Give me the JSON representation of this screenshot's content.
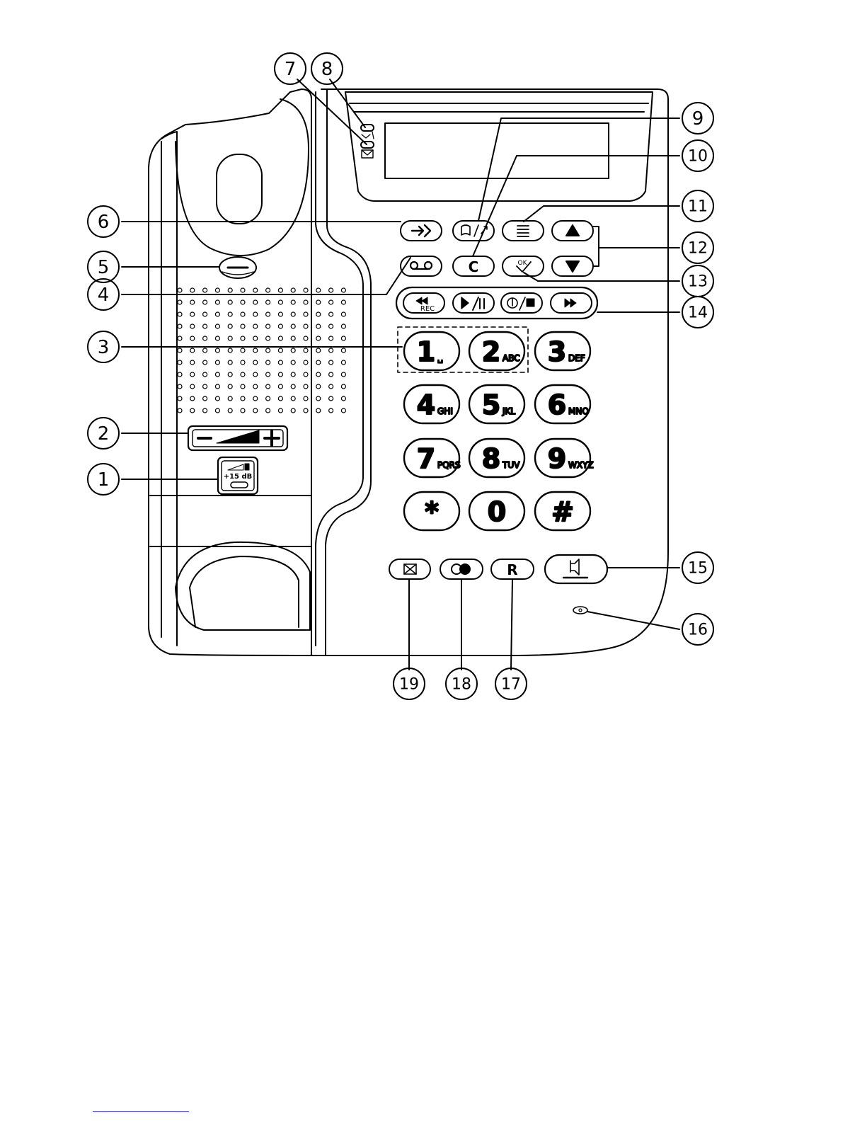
{
  "callouts": [
    "1",
    "2",
    "3",
    "4",
    "5",
    "6",
    "7",
    "8",
    "9",
    "10",
    "11",
    "12",
    "13",
    "14",
    "15",
    "16",
    "17",
    "18",
    "19"
  ],
  "keypad": {
    "keys": [
      {
        "digit": "1",
        "letters": "␣"
      },
      {
        "digit": "2",
        "letters": "ABC"
      },
      {
        "digit": "3",
        "letters": "DEF"
      },
      {
        "digit": "4",
        "letters": "GHI"
      },
      {
        "digit": "5",
        "letters": "JKL"
      },
      {
        "digit": "6",
        "letters": "MNO"
      },
      {
        "digit": "7",
        "letters": "PQRS"
      },
      {
        "digit": "8",
        "letters": "TUV"
      },
      {
        "digit": "9",
        "letters": "WXYZ"
      },
      {
        "digit": "*",
        "letters": ""
      },
      {
        "digit": "0",
        "letters": ""
      },
      {
        "digit": "#",
        "letters": ""
      }
    ]
  },
  "buttons": {
    "clear": "C",
    "recall": "R",
    "ok": "OK",
    "rec": "REC",
    "boost": "+15 dB"
  },
  "icons": [
    "enter-arrow-icon",
    "phonebook-redial-icon",
    "menu-lines-icon",
    "up-arrow-icon",
    "down-arrow-icon",
    "voicemail-icon",
    "check-icon",
    "rewind-icon",
    "play-pause-icon",
    "power-stop-icon",
    "fast-forward-icon",
    "speaker-icon",
    "mute-icon",
    "conference-icon",
    "envelope-icon",
    "missed-call-icon",
    "microphone-icon"
  ]
}
